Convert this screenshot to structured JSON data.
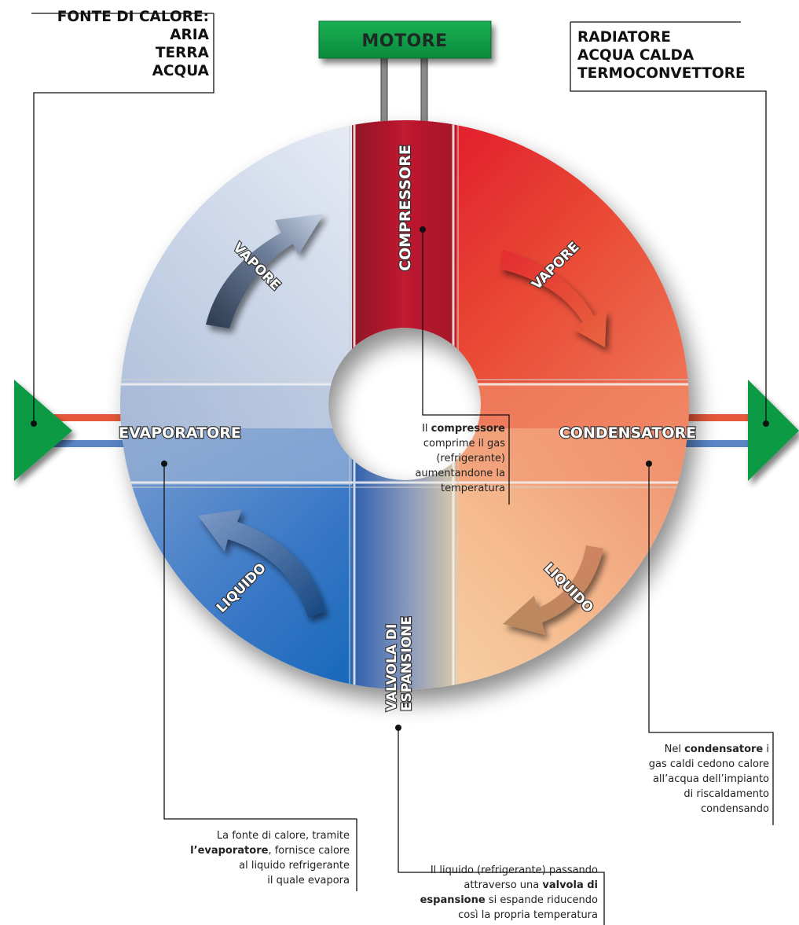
{
  "heat_source": {
    "title": "FONTE DI CALORE:",
    "items": [
      "ARIA",
      "TERRA",
      "ACQUA"
    ]
  },
  "heat_output": {
    "items": [
      "RADIATORE",
      "ACQUA CALDA",
      "TERMOCONVETTORE"
    ]
  },
  "motor": {
    "label": "MOTORE"
  },
  "ring": {
    "compressor": "COMPRESSORE",
    "condenser": "CONDENSATORE",
    "evaporator": "EVAPORATORE",
    "valve_line1": "VALVOLA DI",
    "valve_line2": "ESPANSIONE",
    "vapor_left": "VAPORE",
    "vapor_right": "VAPORE",
    "liquid_left": "LIQUIDO",
    "liquid_right": "LIQUIDO"
  },
  "notes": {
    "compressor": {
      "l1_a": "Il ",
      "l1_b": "compressore",
      "l2": "comprime il gas",
      "l3": "(refrigerante)",
      "l4": "aumentandone la",
      "l5": "temperatura"
    },
    "condenser": {
      "l1_a": "Nel ",
      "l1_b": "condensatore",
      "l1_c": " i",
      "l2": "gas caldi cedono calore",
      "l3": "all’acqua dell’impianto",
      "l4": "di riscaldamento",
      "l5": "condensando"
    },
    "evaporator": {
      "l1": "La fonte di calore, tramite",
      "l2_a": "l’evaporatore",
      "l2_b": ", fornisce calore",
      "l3": "al liquido refrigerante",
      "l4": "il quale evapora"
    },
    "valve": {
      "l1": "Il liquido (refrigerante) passando",
      "l2_a": "attraverso una ",
      "l2_b": "valvola di",
      "l3_a": "espansione",
      "l3_b": " si espande riducendo",
      "l4": "così la propria temperatura"
    }
  },
  "colors": {
    "green": "#0f9a45",
    "cold_blue": "#0b64b8",
    "cold_light": "#dfe5f1",
    "hot_red": "#e0152a",
    "warm_peach": "#f2a476",
    "valve_dark": "#a8162d",
    "valve_blue": "#2f5fae"
  }
}
